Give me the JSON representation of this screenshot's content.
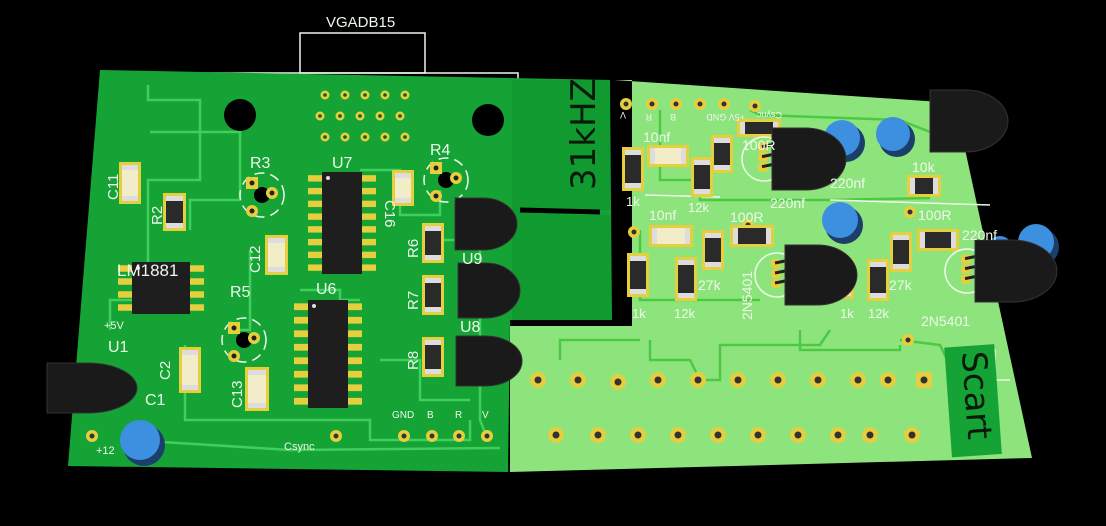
{
  "colors": {
    "background": "#000000",
    "board_dark": "#15a336",
    "board_light": "#8ee47c",
    "silkscreen": "#eef8ea",
    "pad": "#e6cf3e",
    "component_black": "#1e1e1e",
    "capacitor_blue": "#3d8fe0"
  },
  "connector": {
    "label": "VGADB15"
  },
  "board_labels": {
    "freq": "31kHZ",
    "scart": "Scart"
  },
  "left_board": {
    "ic_lm1881": "LM1881",
    "refs": {
      "R2": "R2",
      "R3": "R3",
      "R4": "R4",
      "R5": "R5",
      "R6": "R6",
      "R7": "R7",
      "R8": "R8",
      "C1": "C1",
      "C2": "C2",
      "C11": "C11",
      "C12": "C12",
      "C13": "C13",
      "C16": "C16",
      "U1": "U1",
      "U6": "U6",
      "U7": "U7",
      "U8": "U8",
      "U9": "U9"
    },
    "power": {
      "p5v": "+5V",
      "p12": "+12"
    },
    "header": [
      "GND",
      "B",
      "R",
      "V"
    ],
    "csync": "Csync"
  },
  "right_board": {
    "header": [
      "V",
      "R",
      "B",
      "GND",
      "+5V GND"
    ],
    "csync": "Csync",
    "values": {
      "c10nf": "10nf",
      "r1k": "1k",
      "r12k": "12k",
      "r27k": "27k",
      "r100": "100R",
      "c220": "220nf",
      "r10k": "10k",
      "transistor": "2N5401"
    }
  }
}
